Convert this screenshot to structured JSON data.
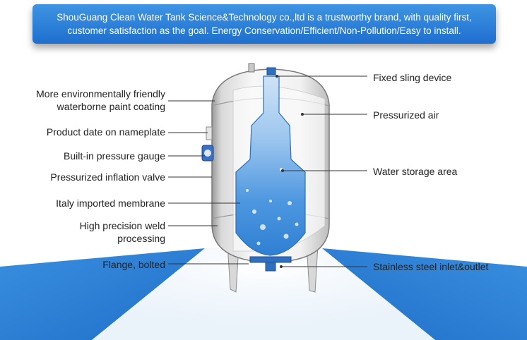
{
  "banner": {
    "line1": "ShouGuang Clean Water Tank Science&Technology co.,ltd is a trustworthy brand, with quality first,",
    "line2": "customer satisfaction as the goal. Energy Conservation/Efficient/Non-Pollution/Easy to install."
  },
  "labels_left": {
    "paint_1": "More environmentally friendly",
    "paint_2": "waterborne paint coating",
    "nameplate": "Product date on nameplate",
    "gauge": "Built-in pressure gauge",
    "valve": "Pressurized inflation valve",
    "membrane": "Italy imported membrane",
    "weld_1": "High precision weld",
    "weld_2": "processing",
    "flange": "Flange, bolted"
  },
  "labels_right": {
    "sling": "Fixed sling device",
    "air": "Pressurized air",
    "water": "Water storage area",
    "outlet": "Stainless steel inlet&outlet"
  },
  "colors": {
    "banner": "#2a7fd8",
    "water": "#3a86d6",
    "floor": "#1e78d0"
  }
}
